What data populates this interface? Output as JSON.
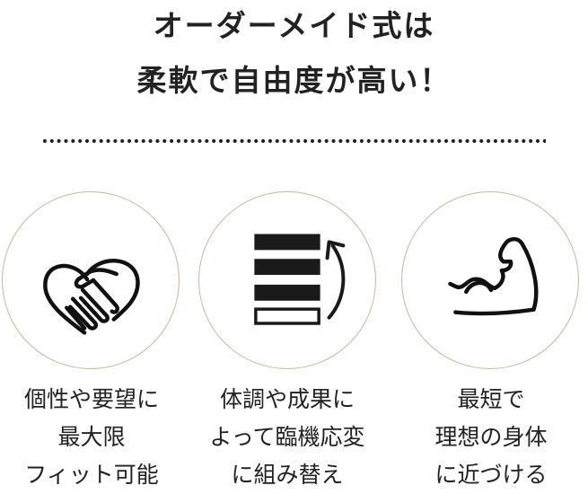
{
  "heading": {
    "line1": "オーダーメイド式は",
    "line2": "柔軟で自由度が高い！",
    "highlight_color": "#fff200"
  },
  "divider": {
    "style": "dotted"
  },
  "features": [
    {
      "icon": "handshake-heart-icon",
      "lines": [
        "個性や要望に",
        "最大限",
        "フィット可能"
      ]
    },
    {
      "icon": "stack-rearrange-icon",
      "lines": [
        "体調や成果に",
        "よって臨機応変",
        "に組み替え"
      ]
    },
    {
      "icon": "flexed-arm-icon",
      "lines": [
        "最短で",
        "理想の身体",
        "に近づける"
      ]
    }
  ],
  "colors": {
    "text": "#222222",
    "circle_border": "#c9b7a0",
    "highlight": "#fff200"
  }
}
